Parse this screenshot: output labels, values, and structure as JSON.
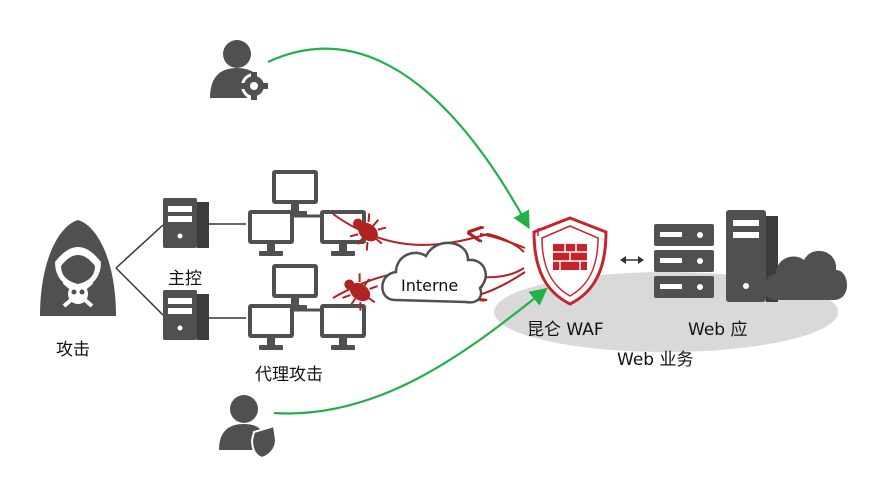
{
  "labels": {
    "attacker": "攻击",
    "master": "主控",
    "proxy_attack": "代理攻击",
    "internet": "Interne",
    "waf": "昆仑 WAF",
    "web_app": "Web 应",
    "web_business": "Web 业务"
  },
  "colors": {
    "icon_gray": "#505050",
    "legit_traffic": "#22b04b",
    "attack_traffic": "#b22222",
    "waf_red": "#c8232c",
    "zone_gray": "#d9d9d9"
  },
  "icons": [
    "admin-user-icon",
    "attacker-hacker-icon",
    "server-icon",
    "computer-cluster-icon",
    "bug-icon",
    "cloud-icon",
    "waf-shield-icon",
    "web-server-icon",
    "protected-user-icon"
  ]
}
